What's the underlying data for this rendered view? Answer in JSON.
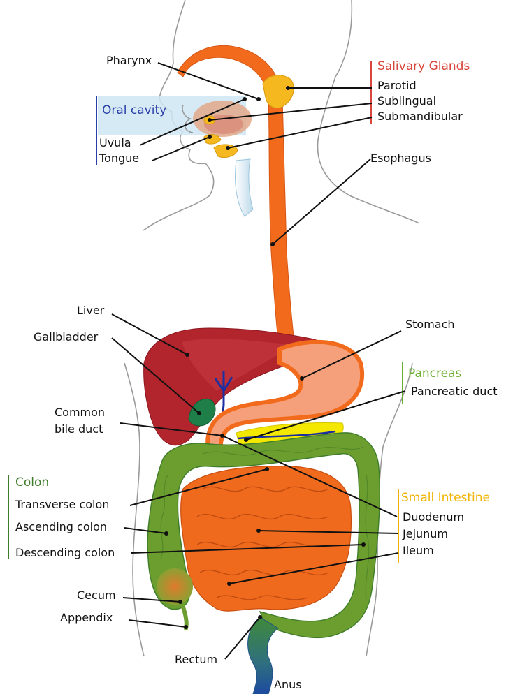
{
  "colors": {
    "salivary": "#d9453a",
    "oral_cavity": "#2a3fa8",
    "pancreas": "#6aae2f",
    "colon": "#3f7d2a",
    "small_intestine": "#f0b400",
    "esophagus": "#f26b1d",
    "liver": "#b3252d",
    "colon_fill": "#6b9e2f",
    "small_intestine_fill": "#f06a1e",
    "gland_fill": "#f5b81f"
  },
  "groups": {
    "salivary": "Salivary Glands",
    "oral": "Oral cavity",
    "pancreas": "Pancreas",
    "colon": "Colon",
    "small_intestine": "Small Intestine"
  },
  "labels": {
    "pharynx": "Pharynx",
    "parotid": "Parotid",
    "sublingual": "Sublingual",
    "submandibular": "Submandibular",
    "uvula": "Uvula",
    "tongue": "Tongue",
    "esophagus": "Esophagus",
    "liver": "Liver",
    "gallbladder": "Gallbladder",
    "stomach": "Stomach",
    "pancreatic_duct": "Pancreatic duct",
    "common_bile_duct_1": "Common",
    "common_bile_duct_2": "bile duct",
    "transverse_colon": "Transverse colon",
    "ascending_colon": "Ascending colon",
    "descending_colon": "Descending colon",
    "duodenum": "Duodenum",
    "jejunum": "Jejunum",
    "ileum": "Ileum",
    "cecum": "Cecum",
    "appendix": "Appendix",
    "rectum": "Rectum",
    "anus": "Anus"
  }
}
